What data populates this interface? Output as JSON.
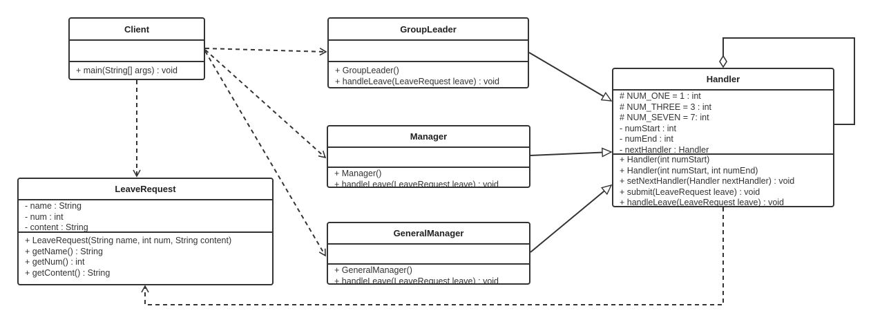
{
  "classes": {
    "client": {
      "name": "Client",
      "attributes": [],
      "methods": [
        "+ main(String[] args) : void"
      ]
    },
    "group_leader": {
      "name": "GroupLeader",
      "attributes": [],
      "methods": [
        "+ GroupLeader()",
        "+ handleLeave(LeaveRequest leave) : void"
      ]
    },
    "manager": {
      "name": "Manager",
      "attributes": [],
      "methods": [
        "+ Manager()",
        "+ handleLeave(LeaveRequest leave) : void"
      ]
    },
    "general_manager": {
      "name": "GeneralManager",
      "attributes": [],
      "methods": [
        "+ GeneralManager()",
        "+ handleLeave(LeaveRequest leave) : void"
      ]
    },
    "leave_request": {
      "name": "LeaveRequest",
      "attributes": [
        "- name : String",
        "- num : int",
        "- content : String"
      ],
      "methods": [
        "+ LeaveRequest(String name, int num, String content)",
        "+ getName() : String",
        "+ getNum() : int",
        "+ getContent() : String"
      ]
    },
    "handler": {
      "name": "Handler",
      "attributes": [
        "# NUM_ONE = 1 :   int",
        "# NUM_THREE = 3 :   int",
        "# NUM_SEVEN = 7:   int",
        "- numStart :   int",
        "- numEnd :   int",
        "- nextHandler :   Handler"
      ],
      "methods": [
        "+ Handler(int numStart)",
        "+ Handler(int numStart, int numEnd)",
        "+ setNextHandler(Handler nextHandler) :   void",
        "+ submit(LeaveRequest leave) :   void",
        "+ handleLeave(LeaveRequest leave) :   void"
      ]
    }
  },
  "relations": [
    {
      "type": "dependency",
      "from": "Client",
      "to": "GroupLeader"
    },
    {
      "type": "dependency",
      "from": "Client",
      "to": "Manager"
    },
    {
      "type": "dependency",
      "from": "Client",
      "to": "GeneralManager"
    },
    {
      "type": "dependency",
      "from": "Client",
      "to": "LeaveRequest"
    },
    {
      "type": "generalization",
      "from": "GroupLeader",
      "to": "Handler"
    },
    {
      "type": "generalization",
      "from": "Manager",
      "to": "Handler"
    },
    {
      "type": "generalization",
      "from": "GeneralManager",
      "to": "Handler"
    },
    {
      "type": "aggregation",
      "from": "Handler",
      "to": "Handler"
    },
    {
      "type": "dependency",
      "from": "Handler",
      "to": "LeaveRequest"
    }
  ],
  "colors": {
    "stroke": "#333333",
    "background": "#ffffff"
  }
}
